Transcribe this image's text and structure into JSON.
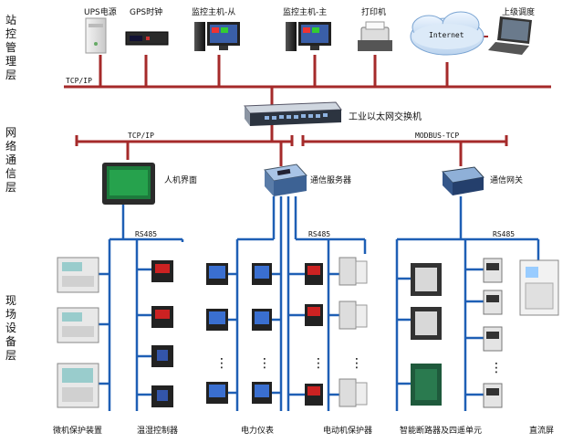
{
  "layers": {
    "station_mgmt": "站控管理层",
    "network_comm": "网络通信层",
    "field_device": "现场设备层"
  },
  "station_devices": {
    "ups": "UPS电源",
    "gps": "GPS时钟",
    "monitor_slave": "监控主机-从",
    "monitor_master": "监控主机-主",
    "printer": "打印机",
    "internet": "Internet",
    "dispatch": "上级调度"
  },
  "networks": {
    "top_tcpip": "TCP/IP",
    "mid_tcpip": "TCP/IP",
    "modbus": "MODBUS-TCP"
  },
  "switch_label": "工业以太网交换机",
  "comm_devices": {
    "hmi": "人机界面",
    "comm_server": "通信服务器",
    "gateway": "通信网关"
  },
  "rs485": {
    "a": "RS485",
    "b": "RS485",
    "c": "RS485"
  },
  "field_devices": {
    "protection": "微机保护装置",
    "temp_ctrl": "温湿控制器",
    "meter": "电力仪表",
    "motor_prot": "电动机保护器",
    "breaker": "智能断路器及四遥单元",
    "dc_panel": "直流屏"
  },
  "colors": {
    "red_bus": "#a52a2a",
    "blue_bus": "#1e5fb5"
  }
}
